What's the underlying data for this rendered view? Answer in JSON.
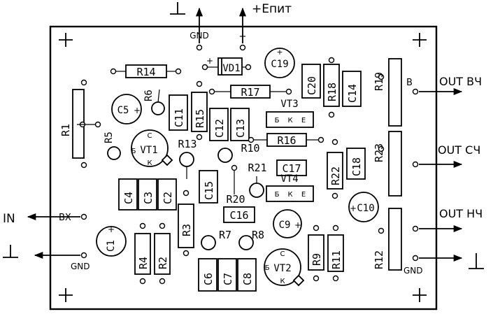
{
  "board": {
    "supply_label": "+Епит",
    "gnd_label": "GND",
    "plus_mark": "+",
    "input_label": "IN",
    "input_pad_label": "ВХ",
    "out_hf": "OUT ВЧ",
    "out_mf": "OUT СЧ",
    "out_lf": "OUT НЧ",
    "b_mark": "B"
  },
  "resistors": {
    "R1": "R1",
    "R2": "R2",
    "R3": "R3",
    "R4": "R4",
    "R5": "R5",
    "R6": "R6",
    "R7": "R7",
    "R8": "R8",
    "R9": "R9",
    "R10": "R10",
    "R11": "R11",
    "R12": "R12",
    "R13": "R13",
    "R14": "R14",
    "R15": "R15",
    "R16": "R16",
    "R17": "R17",
    "R18": "R18",
    "R19": "R19",
    "R20": "R20",
    "R21": "R21",
    "R22": "R22",
    "R23": "R23"
  },
  "capacitors": {
    "C1": "C1",
    "C2": "C2",
    "C3": "C3",
    "C4": "C4",
    "C5": "C5",
    "C6": "C6",
    "C7": "C7",
    "C8": "C8",
    "C9": "C9",
    "C10": "C10",
    "C11": "C11",
    "C12": "C12",
    "C13": "C13",
    "C14": "C14",
    "C15": "C15",
    "C16": "C16",
    "C17": "C17",
    "C18": "C18",
    "C19": "C19",
    "C20": "C20"
  },
  "semiconductors": {
    "VD1": "VD1",
    "VT1": "VT1",
    "VT2": "VT2",
    "VT3": "VT3",
    "VT4": "VT4",
    "pin_b": "Б",
    "pin_k": "К",
    "pin_e": "Е",
    "pin_c": "С"
  }
}
